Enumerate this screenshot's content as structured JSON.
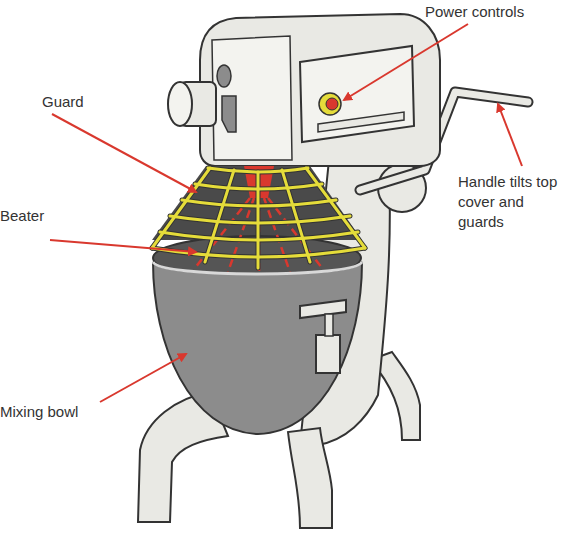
{
  "diagram": {
    "labels": [
      "Power controls",
      "Guard",
      "Handle tilts top cover and guards",
      "Beater",
      "Mixing bowl"
    ]
  }
}
